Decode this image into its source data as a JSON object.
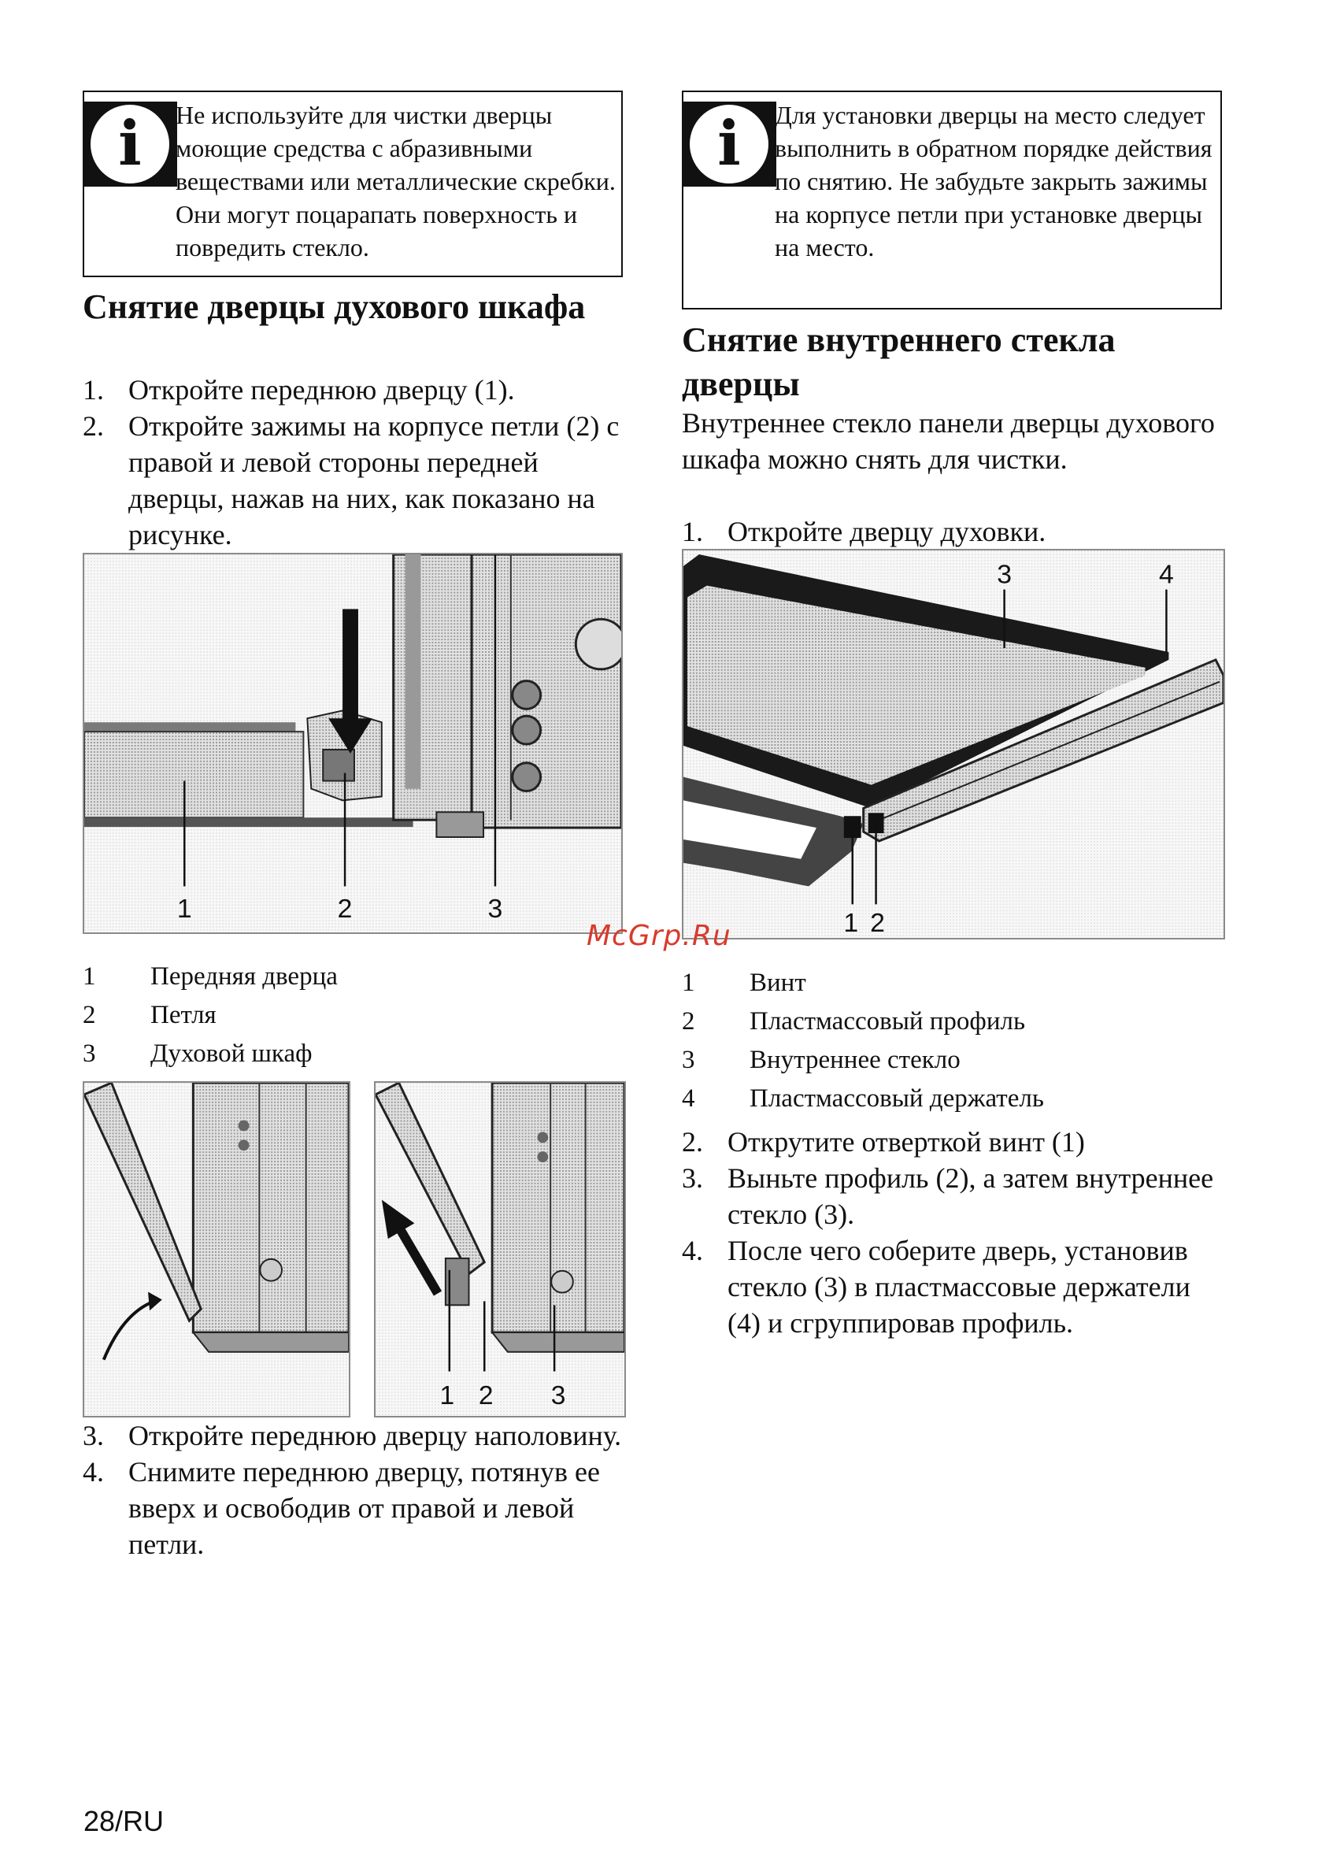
{
  "left": {
    "notice": {
      "icon": "info-icon",
      "icon_glyph": "i",
      "text": "Не используйте для чистки дверцы моющие средства с абразивными веществами или металлические скребки. Они могут поцарапать поверхность и повредить стекло."
    },
    "heading": "Снятие дверцы духового шкафа",
    "steps_a": [
      {
        "num": "1.",
        "text": "Откройте переднюю дверцу (1)."
      },
      {
        "num": "2.",
        "text": "Откройте зажимы на корпусе петли (2) с правой и левой стороны передней дверцы, нажав на них, как показано на рисунке."
      }
    ],
    "figure1_labels": [
      "1",
      "2",
      "3"
    ],
    "legend": [
      {
        "n": "1",
        "t": "Передняя дверца"
      },
      {
        "n": "2",
        "t": "Петля"
      },
      {
        "n": "3",
        "t": "Духовой шкаф"
      }
    ],
    "figure3_labels": [
      "1",
      "2",
      "3"
    ],
    "steps_b": [
      {
        "num": "3.",
        "text": "Откройте переднюю дверцу наполовину."
      },
      {
        "num": "4.",
        "text": "Снимите переднюю дверцу, потянув ее вверх и освободив от правой и левой петли."
      }
    ]
  },
  "right": {
    "notice": {
      "icon": "info-icon",
      "icon_glyph": "i",
      "text": "Для установки дверцы на место следует выполнить в обратном порядке действия по снятию. Не забудьте закрыть зажимы на корпусе петли при установке дверцы на место."
    },
    "heading": "Снятие внутреннего стекла дверцы",
    "intro": "Внутреннее стекло панели дверцы духового шкафа можно снять для чистки.",
    "steps_a": [
      {
        "num": "1.",
        "text": "Откройте дверцу духовки."
      }
    ],
    "figure_labels": [
      "3",
      "4",
      "1",
      "2"
    ],
    "legend": [
      {
        "n": "1",
        "t": "Винт"
      },
      {
        "n": "2",
        "t": "Пластмассовый профиль"
      },
      {
        "n": "3",
        "t": "Внутреннее стекло"
      },
      {
        "n": "4",
        "t": "Пластмассовый держатель"
      }
    ],
    "steps_b": [
      {
        "num": "2.",
        "text": "Открутите отверткой винт (1)"
      },
      {
        "num": "3.",
        "text": "Выньте профиль (2), а затем внутреннее стекло (3)."
      },
      {
        "num": "4.",
        "text": "После чего соберите дверь, установив стекло (3) в пластмассовые держатели (4) и сгруппировав профиль."
      }
    ]
  },
  "watermark": "McGrp.Ru",
  "page_number": "28/RU"
}
